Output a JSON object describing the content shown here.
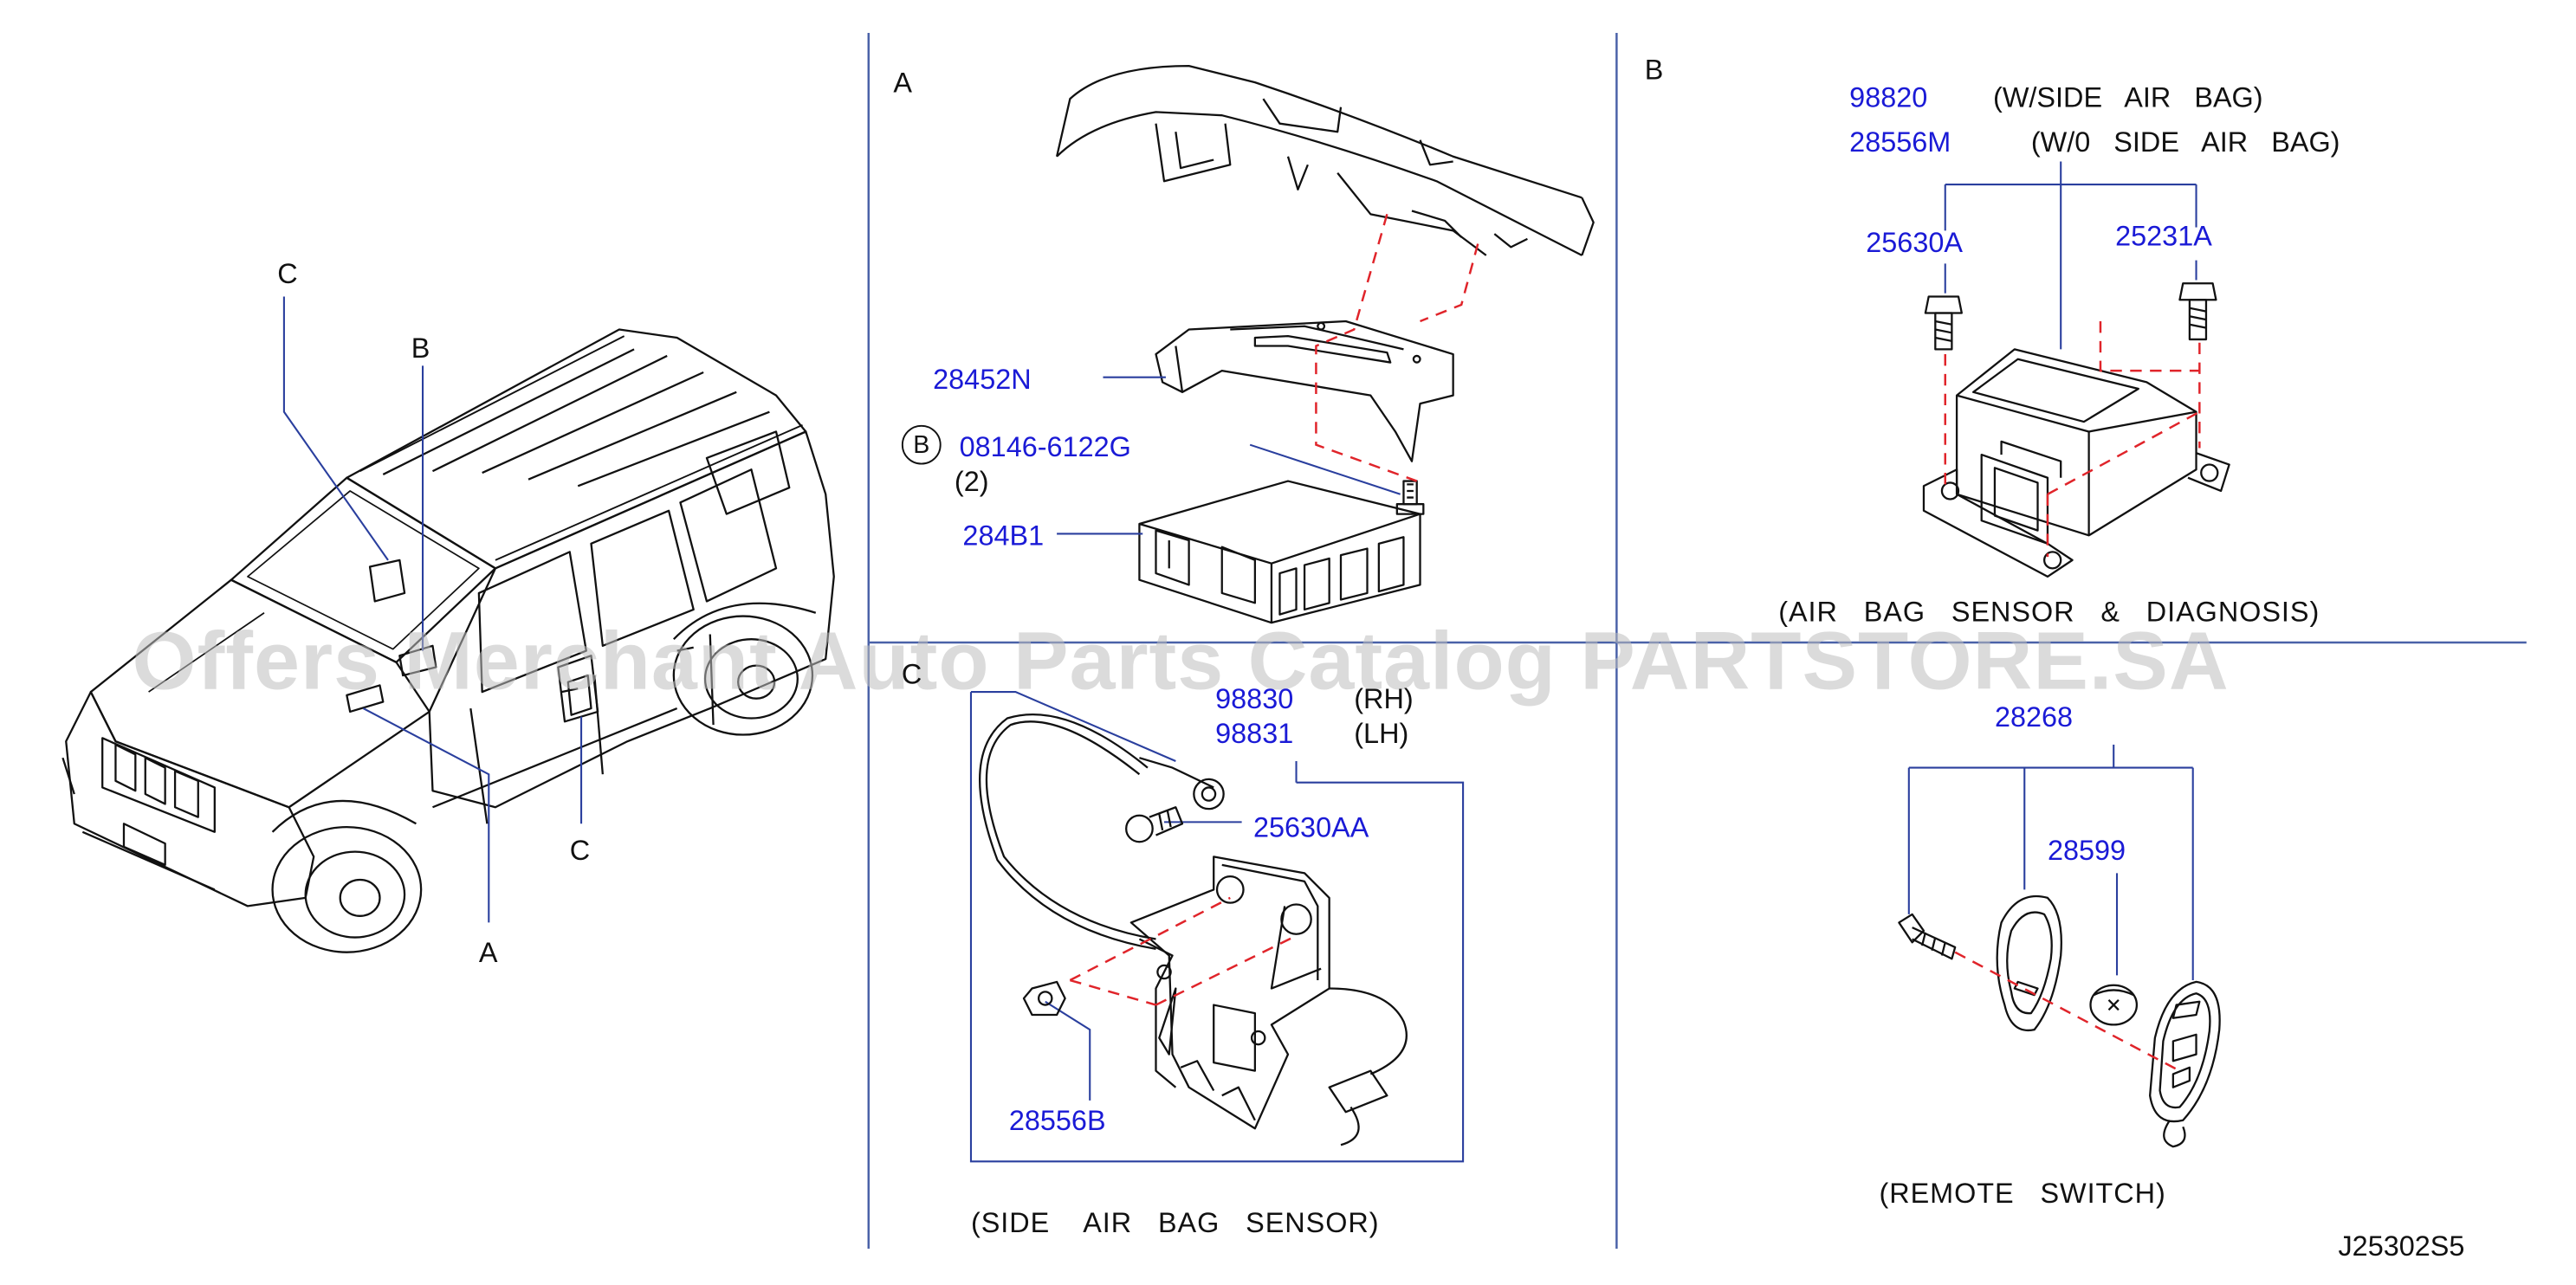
{
  "diagram_code": "J25302S5",
  "watermark": "Offers Merchant Auto Parts Catalog PARTSTORE.SA",
  "vehicle_view": {
    "callouts": [
      "C",
      "B",
      "C",
      "A"
    ]
  },
  "section_a": {
    "letter": "A",
    "parts": {
      "bracket": "28452N",
      "bolt": "08146-6122G",
      "bolt_circle": "B",
      "bolt_qty": "(2)",
      "unit": "284B1"
    }
  },
  "section_b": {
    "letter": "B",
    "parts": {
      "sensor_w_side": "98820",
      "sensor_w_side_note": "(W/SIDE   AIR   BAG)",
      "sensor_wo_side": "28556M",
      "sensor_wo_side_note": "(W/0   SIDE   AIR   BAG)",
      "bolt_left": "25630A",
      "bolt_right": "25231A"
    },
    "caption": "(AIR   BAG   SENSOR   &   DIAGNOSIS)"
  },
  "section_c": {
    "letter": "C",
    "parts": {
      "sensor_rh": "98830",
      "sensor_rh_note": "(RH)",
      "sensor_lh": "98831",
      "sensor_lh_note": "(LH)",
      "bolt": "25630AA",
      "nut": "28556B"
    },
    "caption": "(SIDE    AIR   BAG   SENSOR)"
  },
  "section_remote": {
    "parts": {
      "remote_set": "28268",
      "battery": "28599"
    },
    "caption": "(REMOTE   SWITCH)"
  },
  "colors": {
    "part_number": "#1a1ad6",
    "leader_line": "#2a3f9e",
    "divider": "#4a62a8",
    "phantom_line": "#e0242a",
    "line_art": "#111111"
  }
}
